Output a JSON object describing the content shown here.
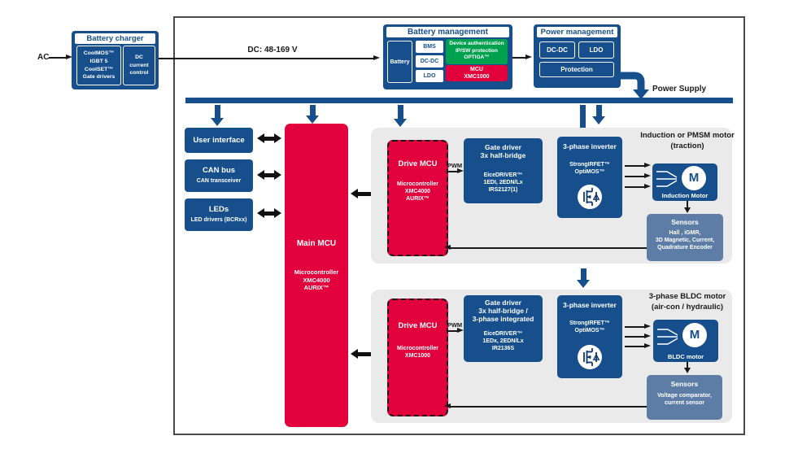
{
  "palette": {
    "navy": "#164f8c",
    "red": "#e2003d",
    "green": "#00a14e",
    "steel_blue": "#5e7da6",
    "panel_gray": "#eaeaea",
    "arrow_black": "#1a1a1a"
  },
  "ac_label": "AC",
  "dc_link_label": "DC: 48-169 V",
  "power_supply_label": "Power Supply",
  "battery_charger": {
    "title": "Battery charger",
    "semiconductors": "CoolMOS™\nIGBT 5\nCoolSET™\nGate drivers",
    "dc_control": "DC\ncurrent\ncontrol"
  },
  "battery_management": {
    "title": "Battery management",
    "battery": "Battery",
    "bms": "BMS",
    "dcdc": "DC-DC",
    "ldo": "LDO",
    "security": "Device authentication\nIP/SW protection\nOPTIGA™",
    "mcu": "MCU\nXMC1000"
  },
  "power_management": {
    "title": "Power management",
    "dcdc": "DC-DC",
    "ldo": "LDO",
    "protection": "Protection"
  },
  "peripherals": {
    "user_interface": "User interface",
    "can_title": "CAN bus",
    "can_sub": "CAN transceiver",
    "led_title": "LEDs",
    "led_sub": "LED drivers (BCRxx)"
  },
  "main_mcu": {
    "title": "Main MCU",
    "sub": "Microcontroller\nXMC4000\nAURIX™"
  },
  "traction": {
    "heading": "Induction or PMSM motor\n(traction)",
    "drive_mcu_title": "Drive MCU",
    "drive_mcu_sub": "Microcontroller\nXMC4000\nAURIX™",
    "pwm": "PWM",
    "gate_driver_title": "Gate driver\n3x half-bridge",
    "gate_driver_sub": "EiceDRIVER™\n1EDI, 2EDN/Lx\nIRS2127(1)",
    "inverter_title": "3-phase inverter",
    "inverter_sub": "StrongIRFET™\nOptiMOS™",
    "motor_letter": "M",
    "motor_label": "Induction Motor",
    "sensors_title": "Sensors",
    "sensors_sub": "Hall , iGMR,\n3D Magnetic, Current,\nQuadrature Encoder"
  },
  "bldc": {
    "heading": "3-phase BLDC motor\n(air-con / hydraulic)",
    "drive_mcu_title": "Drive MCU",
    "drive_mcu_sub": "Microcontroller\nXMC1000",
    "pwm": "PWM",
    "gate_driver_title": "Gate driver\n3x half-bridge /\n3-phase integrated",
    "gate_driver_sub": "EiceDRIVER™\n1EDx, 2EDN/Lx\nIR2136S",
    "inverter_title": "3-phase inverter",
    "inverter_sub": "StrongIRFET™\nOptiMOS™",
    "motor_letter": "M",
    "motor_label": "BLDC motor",
    "sensors_title": "Sensors",
    "sensors_sub": "Voltage comparator,\ncurrent sensor"
  }
}
